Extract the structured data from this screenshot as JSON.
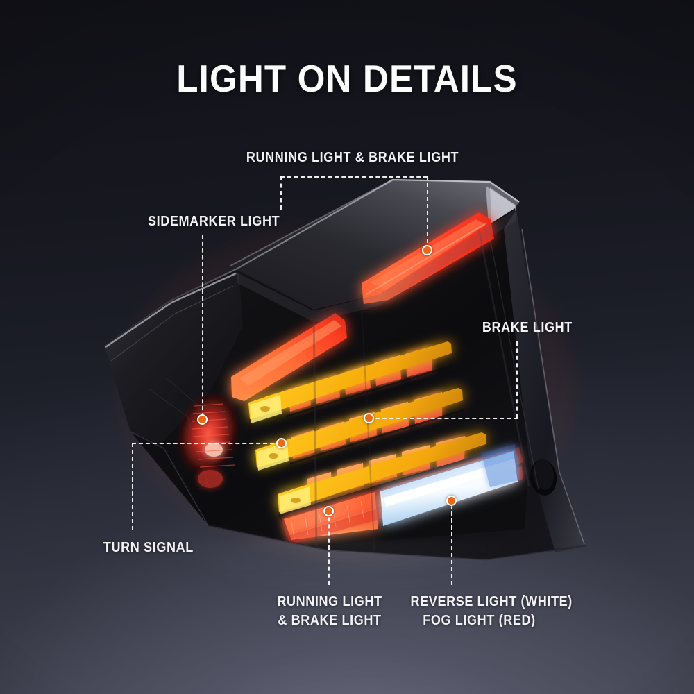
{
  "header": {
    "title": "LIGHT ON DETAILS"
  },
  "product": {
    "name": "automotive-led-tail-light-assembly",
    "view": "lit / light-on demonstration",
    "lens": "smoked black"
  },
  "callouts": [
    {
      "id": "running-brake-top",
      "label": "RUNNING LIGHT & BRAKE LIGHT",
      "label_lines": [
        "RUNNING LIGHT & BRAKE LIGHT"
      ],
      "color": "#ff4a2e",
      "marker_color": "#e8691c",
      "position": "top-center"
    },
    {
      "id": "sidemarker",
      "label": "SIDEMARKER LIGHT",
      "label_lines": [
        "SIDEMARKER LIGHT"
      ],
      "color": "#e02020",
      "marker_color": "#e8691c",
      "position": "upper-left"
    },
    {
      "id": "brake",
      "label": "BRAKE LIGHT",
      "label_lines": [
        "BRAKE LIGHT"
      ],
      "color": "#ff5a33",
      "marker_color": "#e8691c",
      "position": "right"
    },
    {
      "id": "turn-signal",
      "label": "TURN SIGNAL",
      "label_lines": [
        "TURN SIGNAL"
      ],
      "color": "#ffc21a",
      "marker_color": "#e8691c",
      "position": "lower-left"
    },
    {
      "id": "running-brake-bottom",
      "label": "RUNNING LIGHT & BRAKE LIGHT",
      "label_lines": [
        "RUNNING LIGHT",
        "& BRAKE LIGHT"
      ],
      "color": "#ff7a3c",
      "marker_color": "#e8691c",
      "position": "bottom-left"
    },
    {
      "id": "reverse-fog",
      "label": "REVERSE LIGHT (WHITE) FOG LIGHT (RED)",
      "label_lines": [
        "REVERSE LIGHT (WHITE)",
        "FOG LIGHT (RED)"
      ],
      "color": "#ffffff",
      "marker_color": "#e8691c",
      "position": "bottom-right"
    }
  ],
  "palette": {
    "background_top": "#15161d",
    "background_bottom": "#464754",
    "title_text": "#fdfdfd",
    "label_text": "#f2f2f4",
    "leader_line": "#ffffff",
    "marker_dot": "#e8691c",
    "brake_red": "#ff4a2e",
    "running_orange": "#ff7a3c",
    "turn_amber": "#ffc21a",
    "reverse_white": "#f4f8ff",
    "fog_red": "#d8342a",
    "lens_black": "#141417"
  }
}
